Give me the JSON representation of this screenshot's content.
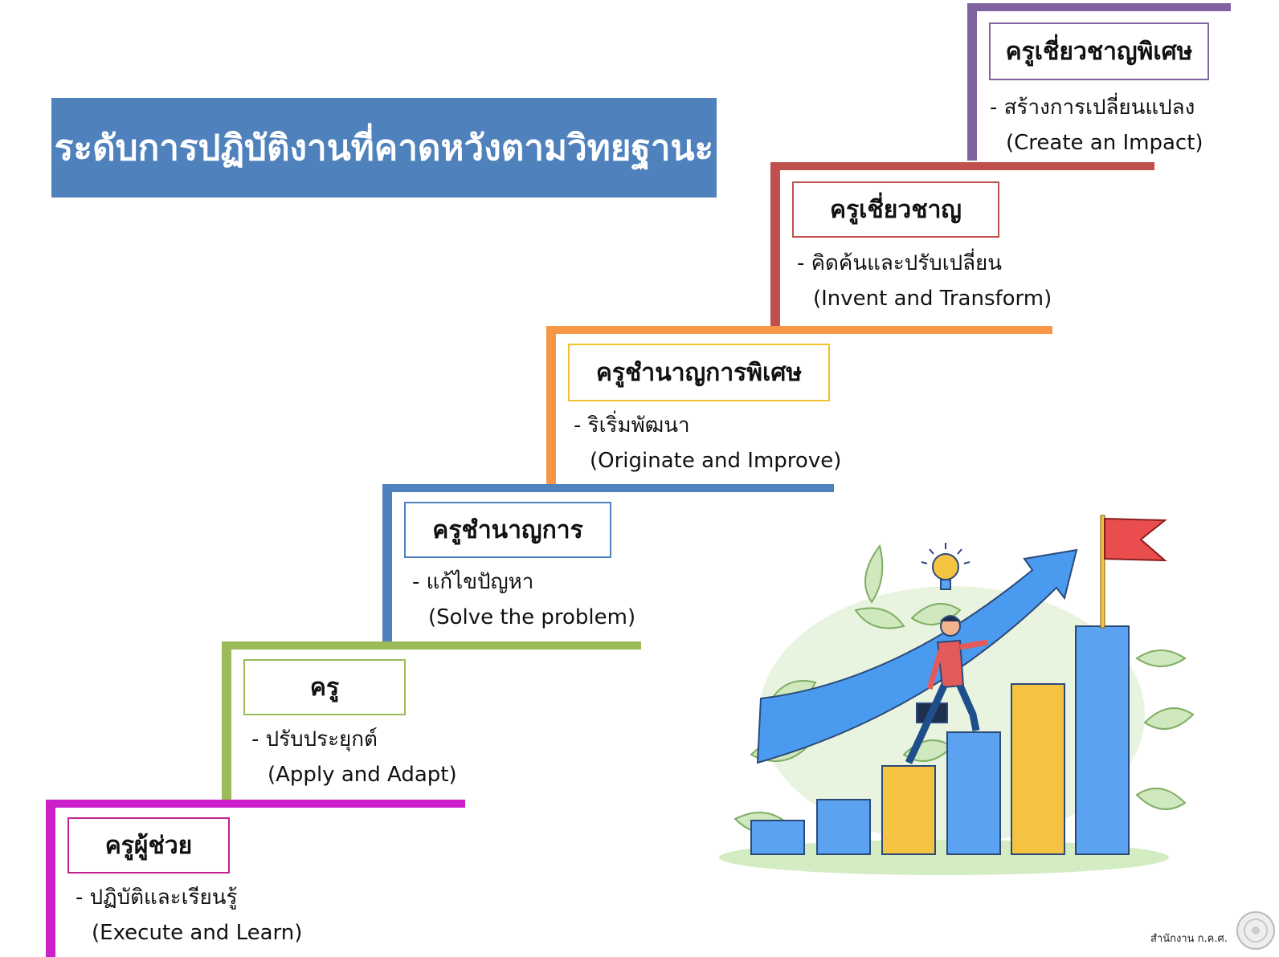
{
  "title": "ระดับการปฏิบัติงานที่คาดหวังตามวิทยฐานะ",
  "levels": [
    {
      "name": "ครูผู้ช่วย",
      "desc_th": "- ปฏิบัติและเรียนรู้",
      "desc_en": "(Execute and Learn)",
      "color": "#cc1fcc"
    },
    {
      "name": "ครู",
      "desc_th": "- ปรับประยุกต์",
      "desc_en": "(Apply and Adapt)",
      "color": "#9bbb59"
    },
    {
      "name": "ครูชำนาญการ",
      "desc_th": "- แก้ไขปัญหา",
      "desc_en": "(Solve the problem)",
      "color": "#4f81bd"
    },
    {
      "name": "ครูชำนาญการพิเศษ",
      "desc_th": "- ริเริ่มพัฒนา",
      "desc_en": "(Originate and Improve)",
      "color": "#f79646"
    },
    {
      "name": "ครูเชี่ยวชาญ",
      "desc_th": "- คิดค้นและปรับเปลี่ยน",
      "desc_en": "(Invent and Transform)",
      "color": "#c0504d"
    },
    {
      "name": "ครูเชี่ยวชาญพิเศษ",
      "desc_th": "- สร้างการเปลี่ยนแปลง",
      "desc_en": "(Create an Impact)",
      "color": "#8064a2"
    }
  ],
  "box_border_colors": [
    "#c0228f",
    "#9bbb59",
    "#4f81bd",
    "#f2c12e",
    "#c0504d",
    "#8064a2"
  ],
  "footer": "สำนักงาน ก.ค.ศ."
}
